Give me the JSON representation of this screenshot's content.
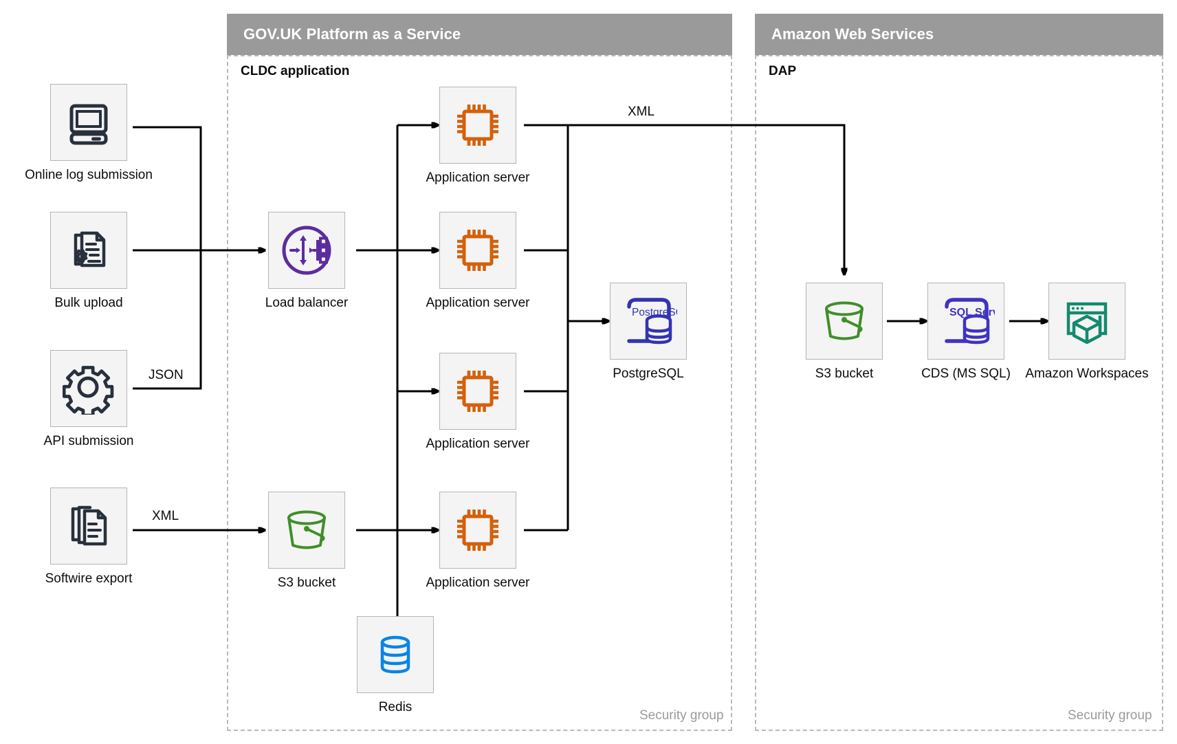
{
  "platforms": [
    {
      "id": "paas",
      "title": "GOV.UK Platform as a Service"
    },
    {
      "id": "aws",
      "title": "Amazon Web Services"
    }
  ],
  "security_groups": [
    {
      "id": "cldc",
      "group_title": "CLDC application",
      "footer_label": "Security group"
    },
    {
      "id": "dap",
      "group_title": "DAP",
      "footer_label": "Security group"
    }
  ],
  "sources": [
    {
      "id": "online-log-submission",
      "label": "Online log submission",
      "icon": "desktop-computer-icon"
    },
    {
      "id": "bulk-upload",
      "label": "Bulk upload",
      "icon": "document-gear-icon"
    },
    {
      "id": "api-submission",
      "label": "API submission",
      "icon": "gear-icon"
    },
    {
      "id": "softwire-export",
      "label": "Softwire export",
      "icon": "document-stack-icon"
    }
  ],
  "paas_nodes": [
    {
      "id": "load-balancer",
      "label": "Load balancer",
      "icon": "load-balancer-icon"
    },
    {
      "id": "app-server-1",
      "label": "Application server",
      "icon": "cpu-chip-icon"
    },
    {
      "id": "app-server-2",
      "label": "Application server",
      "icon": "cpu-chip-icon"
    },
    {
      "id": "app-server-3",
      "label": "Application server",
      "icon": "cpu-chip-icon"
    },
    {
      "id": "app-server-4",
      "label": "Application server",
      "icon": "cpu-chip-icon"
    },
    {
      "id": "paas-s3-bucket",
      "label": "S3 bucket",
      "icon": "bucket-icon"
    },
    {
      "id": "redis",
      "label": "Redis",
      "icon": "database-cylinder-icon"
    },
    {
      "id": "postgresql",
      "label": "PostgreSQL",
      "icon": "postgresql-icon",
      "icon_text": "PostgreSQL"
    }
  ],
  "aws_nodes": [
    {
      "id": "aws-s3-bucket",
      "label": "S3 bucket",
      "icon": "bucket-icon"
    },
    {
      "id": "cds-ms-sql",
      "label": "CDS (MS SQL)",
      "icon": "sql-server-icon",
      "icon_text": "SQL Server"
    },
    {
      "id": "amazon-workspaces",
      "label": "Amazon Workspaces",
      "icon": "workspaces-cube-icon"
    }
  ],
  "edge_labels": [
    {
      "id": "edge-json",
      "text": "JSON"
    },
    {
      "id": "edge-xml-softwire",
      "text": "XML"
    },
    {
      "id": "edge-xml-appserver",
      "text": "XML"
    }
  ],
  "colors": {
    "header_bar": "#9a9a9a",
    "icon_box_fill": "#f4f4f4",
    "icon_box_border": "#b4b4b4",
    "dashed_border": "#b9b9b9",
    "source_icon": "#28303d",
    "load_balancer": "#5b2d9e",
    "cpu_chip": "#d4600b",
    "postgresql": "#3333b2",
    "bucket": "#3f8f29",
    "redis": "#0a84e8",
    "sql_server": "#3f33bf",
    "workspaces": "#148a6e",
    "wire": "#000000",
    "text": "#0b0c0c",
    "muted_text": "#9a9a9a"
  }
}
